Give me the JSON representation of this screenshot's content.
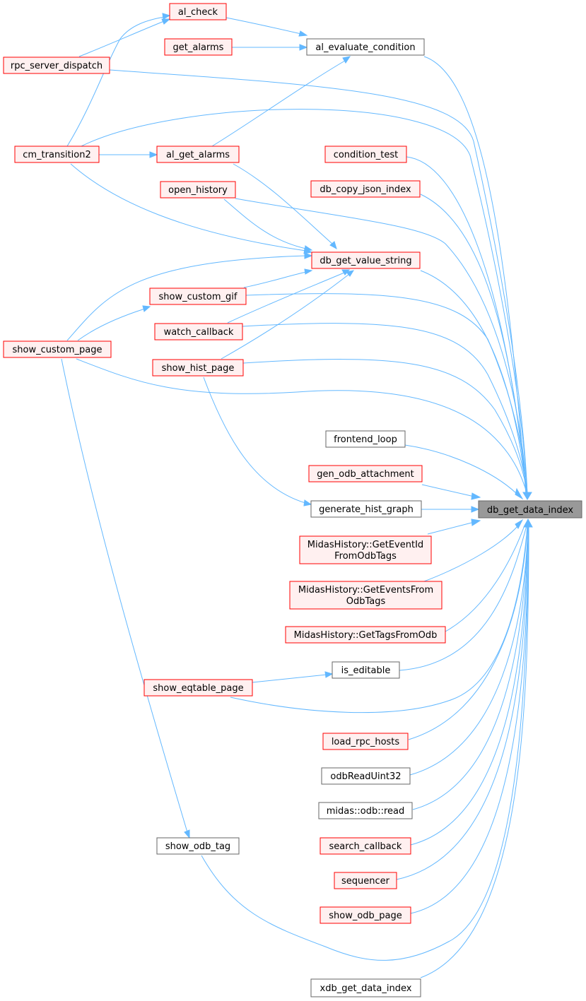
{
  "colors": {
    "edge": "#63b8ff",
    "target_fill": "#999999",
    "target_border": "#666666",
    "red_border": "#ff0000",
    "red_fill": "#fff0f0",
    "plain_border": "#666666",
    "plain_fill": "#ffffff"
  },
  "nodes": {
    "al_check": "al_check",
    "get_alarms": "get_alarms",
    "rpc_server_dispatch": "rpc_server_dispatch",
    "al_evaluate_condition": "al_evaluate_condition",
    "cm_transition2": "cm_transition2",
    "al_get_alarms": "al_get_alarms",
    "condition_test": "condition_test",
    "db_copy_json_index": "db_copy_json_index",
    "open_history": "open_history",
    "db_get_value_string": "db_get_value_string",
    "show_custom_gif": "show_custom_gif",
    "watch_callback": "watch_callback",
    "show_custom_page": "show_custom_page",
    "show_hist_page": "show_hist_page",
    "frontend_loop": "frontend_loop",
    "gen_odb_attachment": "gen_odb_attachment",
    "generate_hist_graph": "generate_hist_graph",
    "db_get_data_index": "db_get_data_index",
    "get_event_id_line1": "MidasHistory::GetEventId",
    "get_event_id_line2": "FromOdbTags",
    "get_events_line1": "MidasHistory::GetEventsFrom",
    "get_events_line2": "OdbTags",
    "get_tags_from_odb": "MidasHistory::GetTagsFromOdb",
    "is_editable": "is_editable",
    "show_eqtable_page": "show_eqtable_page",
    "load_rpc_hosts": "load_rpc_hosts",
    "odbReadUint32": "odbReadUint32",
    "midas_odb_read": "midas::odb::read",
    "search_callback": "search_callback",
    "sequencer": "sequencer",
    "show_odb_tag": "show_odb_tag",
    "show_odb_page": "show_odb_page",
    "xdb_get_data_index": "xdb_get_data_index"
  }
}
